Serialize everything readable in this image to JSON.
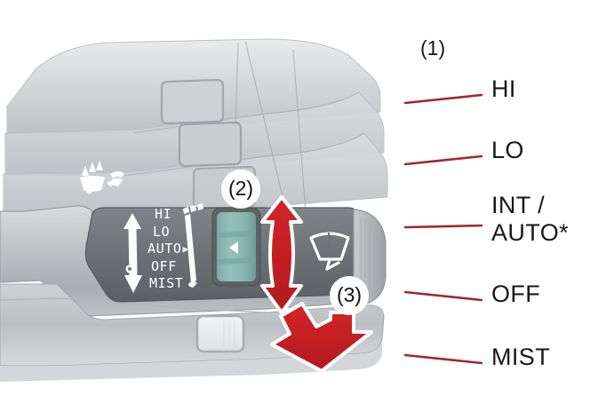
{
  "figure": {
    "type": "vehicle-wiper-stalk-diagram",
    "background_color": "#ffffff",
    "accent_red": "#c4202a",
    "arrow_red": "#cc2222",
    "leader_color": "#9e2a2a",
    "ring_teal": "#8ab6b1",
    "panel_dark": "#6e7276",
    "body_gray": "#b9bcbe"
  },
  "callouts": {
    "one": "(1)",
    "two": "(2)",
    "three": "(3)"
  },
  "labels": [
    {
      "id": "hi",
      "text": "HI"
    },
    {
      "id": "lo",
      "text": "LO"
    },
    {
      "id": "int",
      "line1": "INT /",
      "line2": "AUTO*"
    },
    {
      "id": "off",
      "text": "OFF"
    },
    {
      "id": "mist",
      "text": "MIST"
    }
  ],
  "stalk_markings": {
    "positions": [
      {
        "id": "hi",
        "text": "HI"
      },
      {
        "id": "lo",
        "text": "LO"
      },
      {
        "id": "auto",
        "text": "AUTO"
      },
      {
        "id": "off",
        "text": "OFF"
      },
      {
        "id": "mist",
        "text": "MIST"
      }
    ],
    "auto_arrow": "▶",
    "icons": {
      "rear_wiper_washer": "rear-wiper-washer-icon",
      "washer_spray": "washer-spray-icon",
      "front_wiper": "front-wiper-icon",
      "ring_pointer": "◀"
    }
  }
}
